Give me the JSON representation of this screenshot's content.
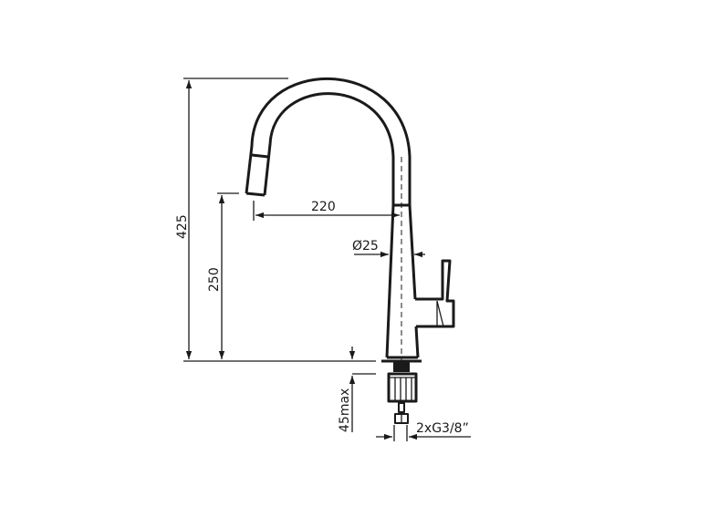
{
  "drawing": {
    "dimensions": {
      "total_height": "425",
      "spout_height": "250",
      "reach": "220",
      "diameter": "Ø25",
      "mount_depth": "45max",
      "connection": "2xG3/8”"
    },
    "line_color": "#1a1a1a"
  }
}
